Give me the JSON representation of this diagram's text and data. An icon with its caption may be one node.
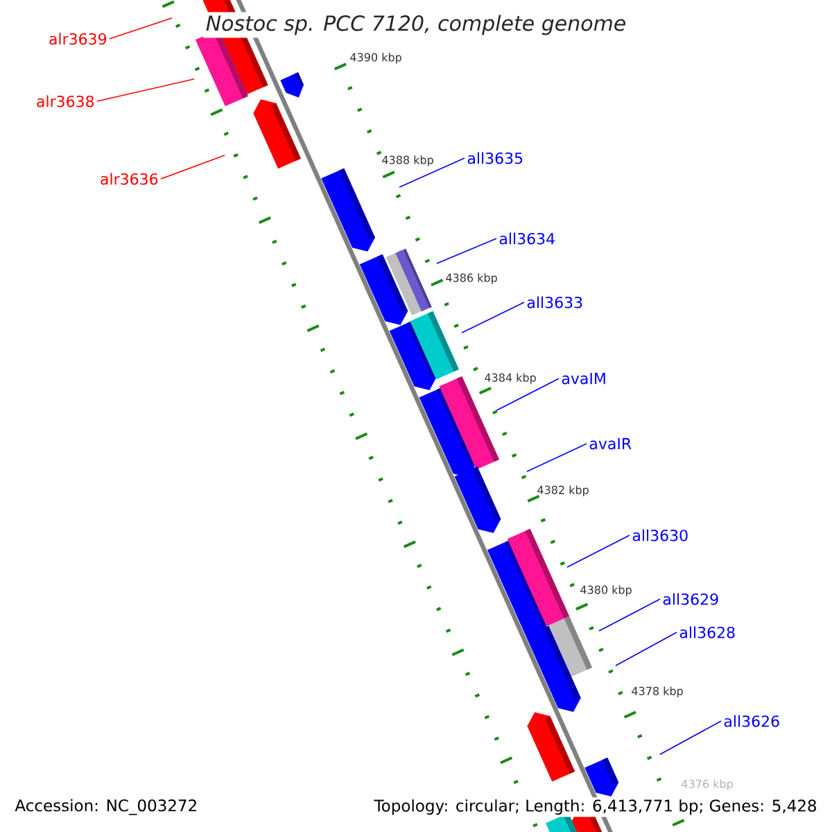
{
  "diagram": {
    "title": "Nostoc sp. PCC 7120, complete genome",
    "nodes": [
      {
        "text": [
          "alr3639"
        ]
      },
      {
        "text": [
          "alr3638"
        ]
      },
      {
        "text": [
          "alr3636"
        ]
      },
      {
        "text": [
          "all3635"
        ]
      },
      {
        "text": [
          "all3634"
        ]
      },
      {
        "text": [
          "all3633"
        ]
      },
      {
        "text": [
          "avaIM"
        ]
      },
      {
        "text": [
          "avaIR"
        ]
      },
      {
        "text": [
          "all3630"
        ]
      },
      {
        "text": [
          "all3629"
        ]
      },
      {
        "text": [
          "all3628"
        ]
      },
      {
        "text": [
          "all3626"
        ]
      }
    ],
    "edges": [
      {
        "from": 0,
        "to": null,
        "arrow": "none",
        "color": "#ff0000"
      },
      {
        "from": 1,
        "to": null,
        "arrow": "none",
        "color": "#ff0000"
      },
      {
        "from": 2,
        "to": null,
        "arrow": "none",
        "color": "#ff0000"
      },
      {
        "from": 3,
        "to": null,
        "arrow": "none"
      },
      {
        "from": 4,
        "to": null,
        "arrow": "none"
      },
      {
        "from": 5,
        "to": null,
        "arrow": "none"
      },
      {
        "from": 6,
        "to": null,
        "arrow": "none"
      },
      {
        "from": 7,
        "to": null,
        "arrow": "none"
      },
      {
        "from": 8,
        "to": null,
        "arrow": "none"
      },
      {
        "from": 9,
        "to": null,
        "arrow": "none"
      },
      {
        "from": 10,
        "to": null,
        "arrow": "none"
      },
      {
        "from": 11,
        "to": null,
        "arrow": "none"
      }
    ],
    "labels": [
      "4390 kbp",
      "4388 kbp",
      "4386 kbp",
      "4384 kbp",
      "4382 kbp",
      "4380 kbp",
      "4378 kbp",
      "4376 kbp",
      "Accession: NC_003272",
      "Topology: circular; Length: 6,413,771 bp; Genes: 5,428"
    ]
  }
}
